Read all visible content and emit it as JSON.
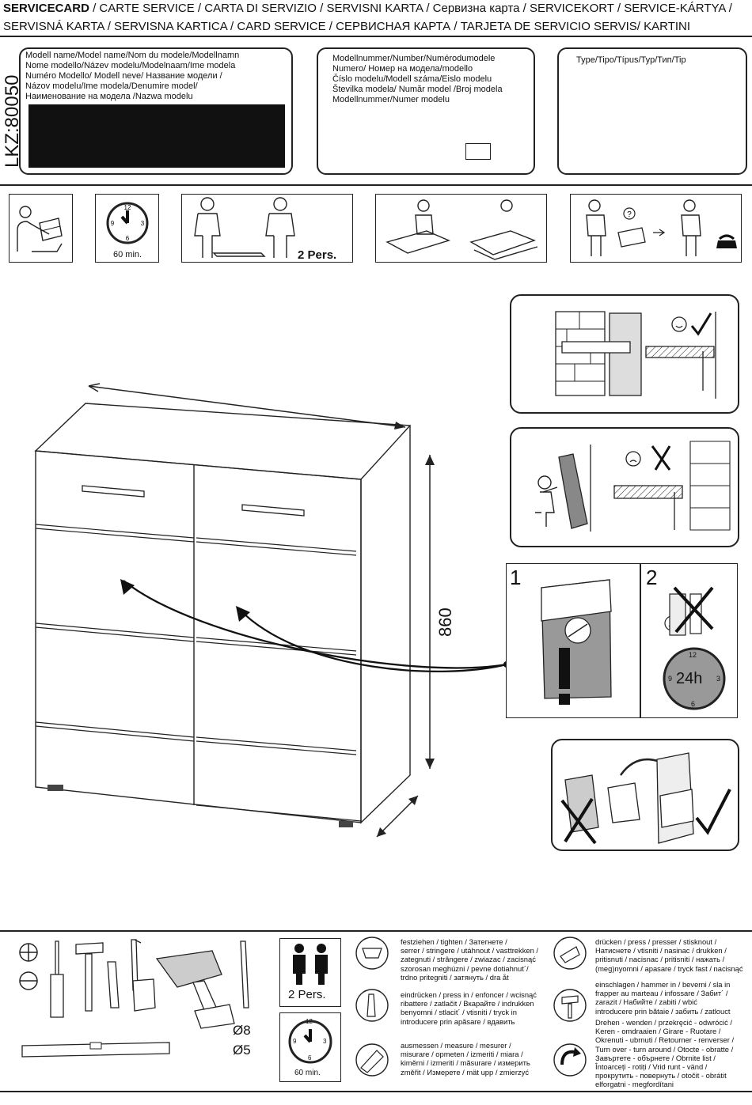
{
  "header": {
    "line1_bold": "SERVICECARD",
    "line1_rest": " / CARTE SERVICE / CARTA DI SERVIZIO / SERVISNI KARTA / Сервизна карта / SERVICEKORT / SERVICE-KÁRTYA /",
    "line2": "SERVISNÁ KARTA / SERVISNA KARTICA / CARD SERVICE / СЕРВИСНАЯ КАРТА / TARJETA DE SERVICIO SERVIS/ KARTINI"
  },
  "article_code": "LKZ:80050",
  "model_name_box": {
    "label": "Modell name/Model name/Nom du modele/Modellnamn\n Nome modello/Název modelu/Modelnaam/Ime modela\nNuméro Modello/ Modell neve/   Название модели /\n Názov modelu/Ime modela/Denumire model/\n Наименование на модела /Nazwa modelu"
  },
  "model_number_box": {
    "label": "Modellnummer/Number/Numérodumodele\nNumero/   Номер на модела/modello\nČíslo modelu/Modell száma/Eislo modelu\nŠtevilka modela/  Număr model /Broj modela\nModellnummer/Numer modelu"
  },
  "type_box": {
    "label": "Type/Tipo/Típus/Typ/Тип/Tip"
  },
  "info_row": {
    "time": "60 min.",
    "persons": "2 Pers."
  },
  "dimension": {
    "height": "860"
  },
  "care_panel": {
    "step1": "1",
    "step2": "2",
    "wait": "24h"
  },
  "legend": {
    "persons": "2 Pers.",
    "time": "60 min.",
    "drill_8": "Ø8",
    "drill_5": "Ø5",
    "clock_numbers": [
      "12",
      "3",
      "6",
      "9"
    ],
    "tighten": "festziehen / tighten / Затегнете /\nserrer / stringere / utáhnout / vasttrekken /\nzategnuti / strângere / zwiazac / zacisnąć\nszorosan meghúzni / pevne dotiahnut´/\ntrdno pritegniti / затянуть / dra åt",
    "press_in": "eindrücken / press in / enfoncer / wcisnąć\nribattere / zatlačit / Вкарайте / indrukken\nbenyomni / stlacit´ / vtisniti / tryck in\nintroducere prin apăsare / вдавить",
    "measure": "ausmessen / measure / mesurer /\nmisurare / opmeten / izmeriti / miara /\nkiměrni / izmeriti / măsurare / измерить\nzměřit / Измерете / mät upp / zmierzyć",
    "press": "drücken / press / presser / stisknout /\nНатиснете / vtisniti / nasinac / drukken /\npritisnuti / nacisnac / pritisniti / нажать /\n(meg)nyomni / apasare / tryck fast / nacisnąć",
    "hammer": "einschlagen / hammer in / beverni / sla in\nfrapper au marteau / infossare / Забит´ /\nzarazit / Набийте / zabiti / wbić\nintroducere prin bătaie / забить / zatlouct",
    "turn": "Drehen - wenden / przekręcić - odwrócić /\nKeren - omdraaien / Girare - Ruotare /\nOkrenuti - ubrnuti / Retourner - renverser /\nTurn over - turn around / Otocte - obratte /\nЗавъртете - обърнете / Obrnite list /\nÎntoarceți - rotiți / Vrid runt - vänd /\nпрокрутить - повернуть / otočit - obrátit\nelforgatni - megfordítani"
  }
}
